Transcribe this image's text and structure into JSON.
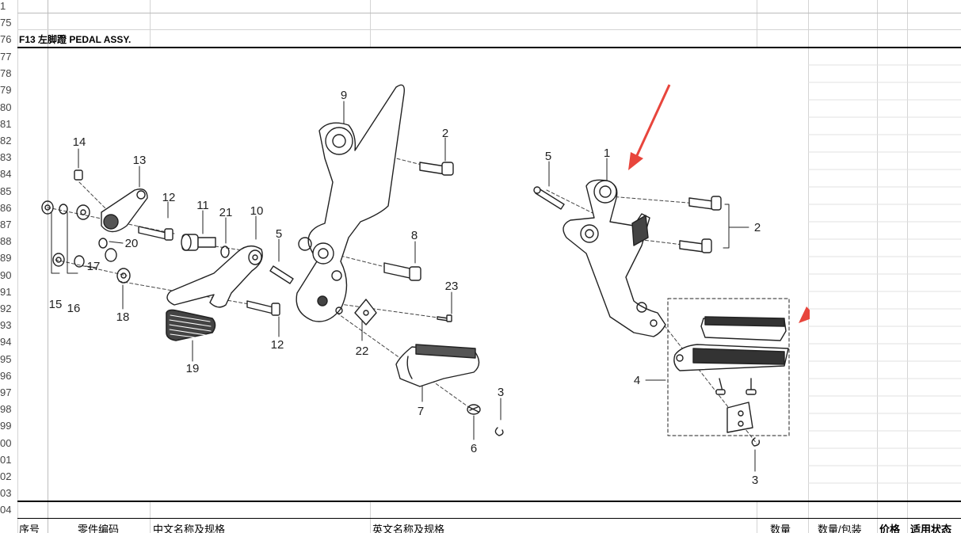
{
  "row_numbers": [
    "1",
    "75",
    "76",
    "77",
    "78",
    "79",
    "80",
    "81",
    "82",
    "83",
    "84",
    "85",
    "86",
    "87",
    "88",
    "89",
    "90",
    "91",
    "92",
    "93",
    "94",
    "95",
    "96",
    "97",
    "98",
    "99",
    "00",
    "01",
    "02",
    "03",
    "04"
  ],
  "title": "F13 左脚蹬 PEDAL ASSY.",
  "headers": {
    "seq": "序号",
    "part_code": "零件编码",
    "cn_name": "中文名称及规格",
    "en_name": "英文名称及规格",
    "qty": "数量",
    "qty_pack": "数量/包装",
    "price": "价格",
    "status": "适用状态"
  },
  "diagram": {
    "callouts": [
      "1",
      "2",
      "2",
      "3",
      "3",
      "4",
      "5",
      "5",
      "6",
      "7",
      "8",
      "9",
      "10",
      "11",
      "12",
      "12",
      "13",
      "14",
      "15",
      "16",
      "17",
      "18",
      "19",
      "20",
      "21",
      "22",
      "23"
    ],
    "arrow_color": "#e8453c"
  }
}
